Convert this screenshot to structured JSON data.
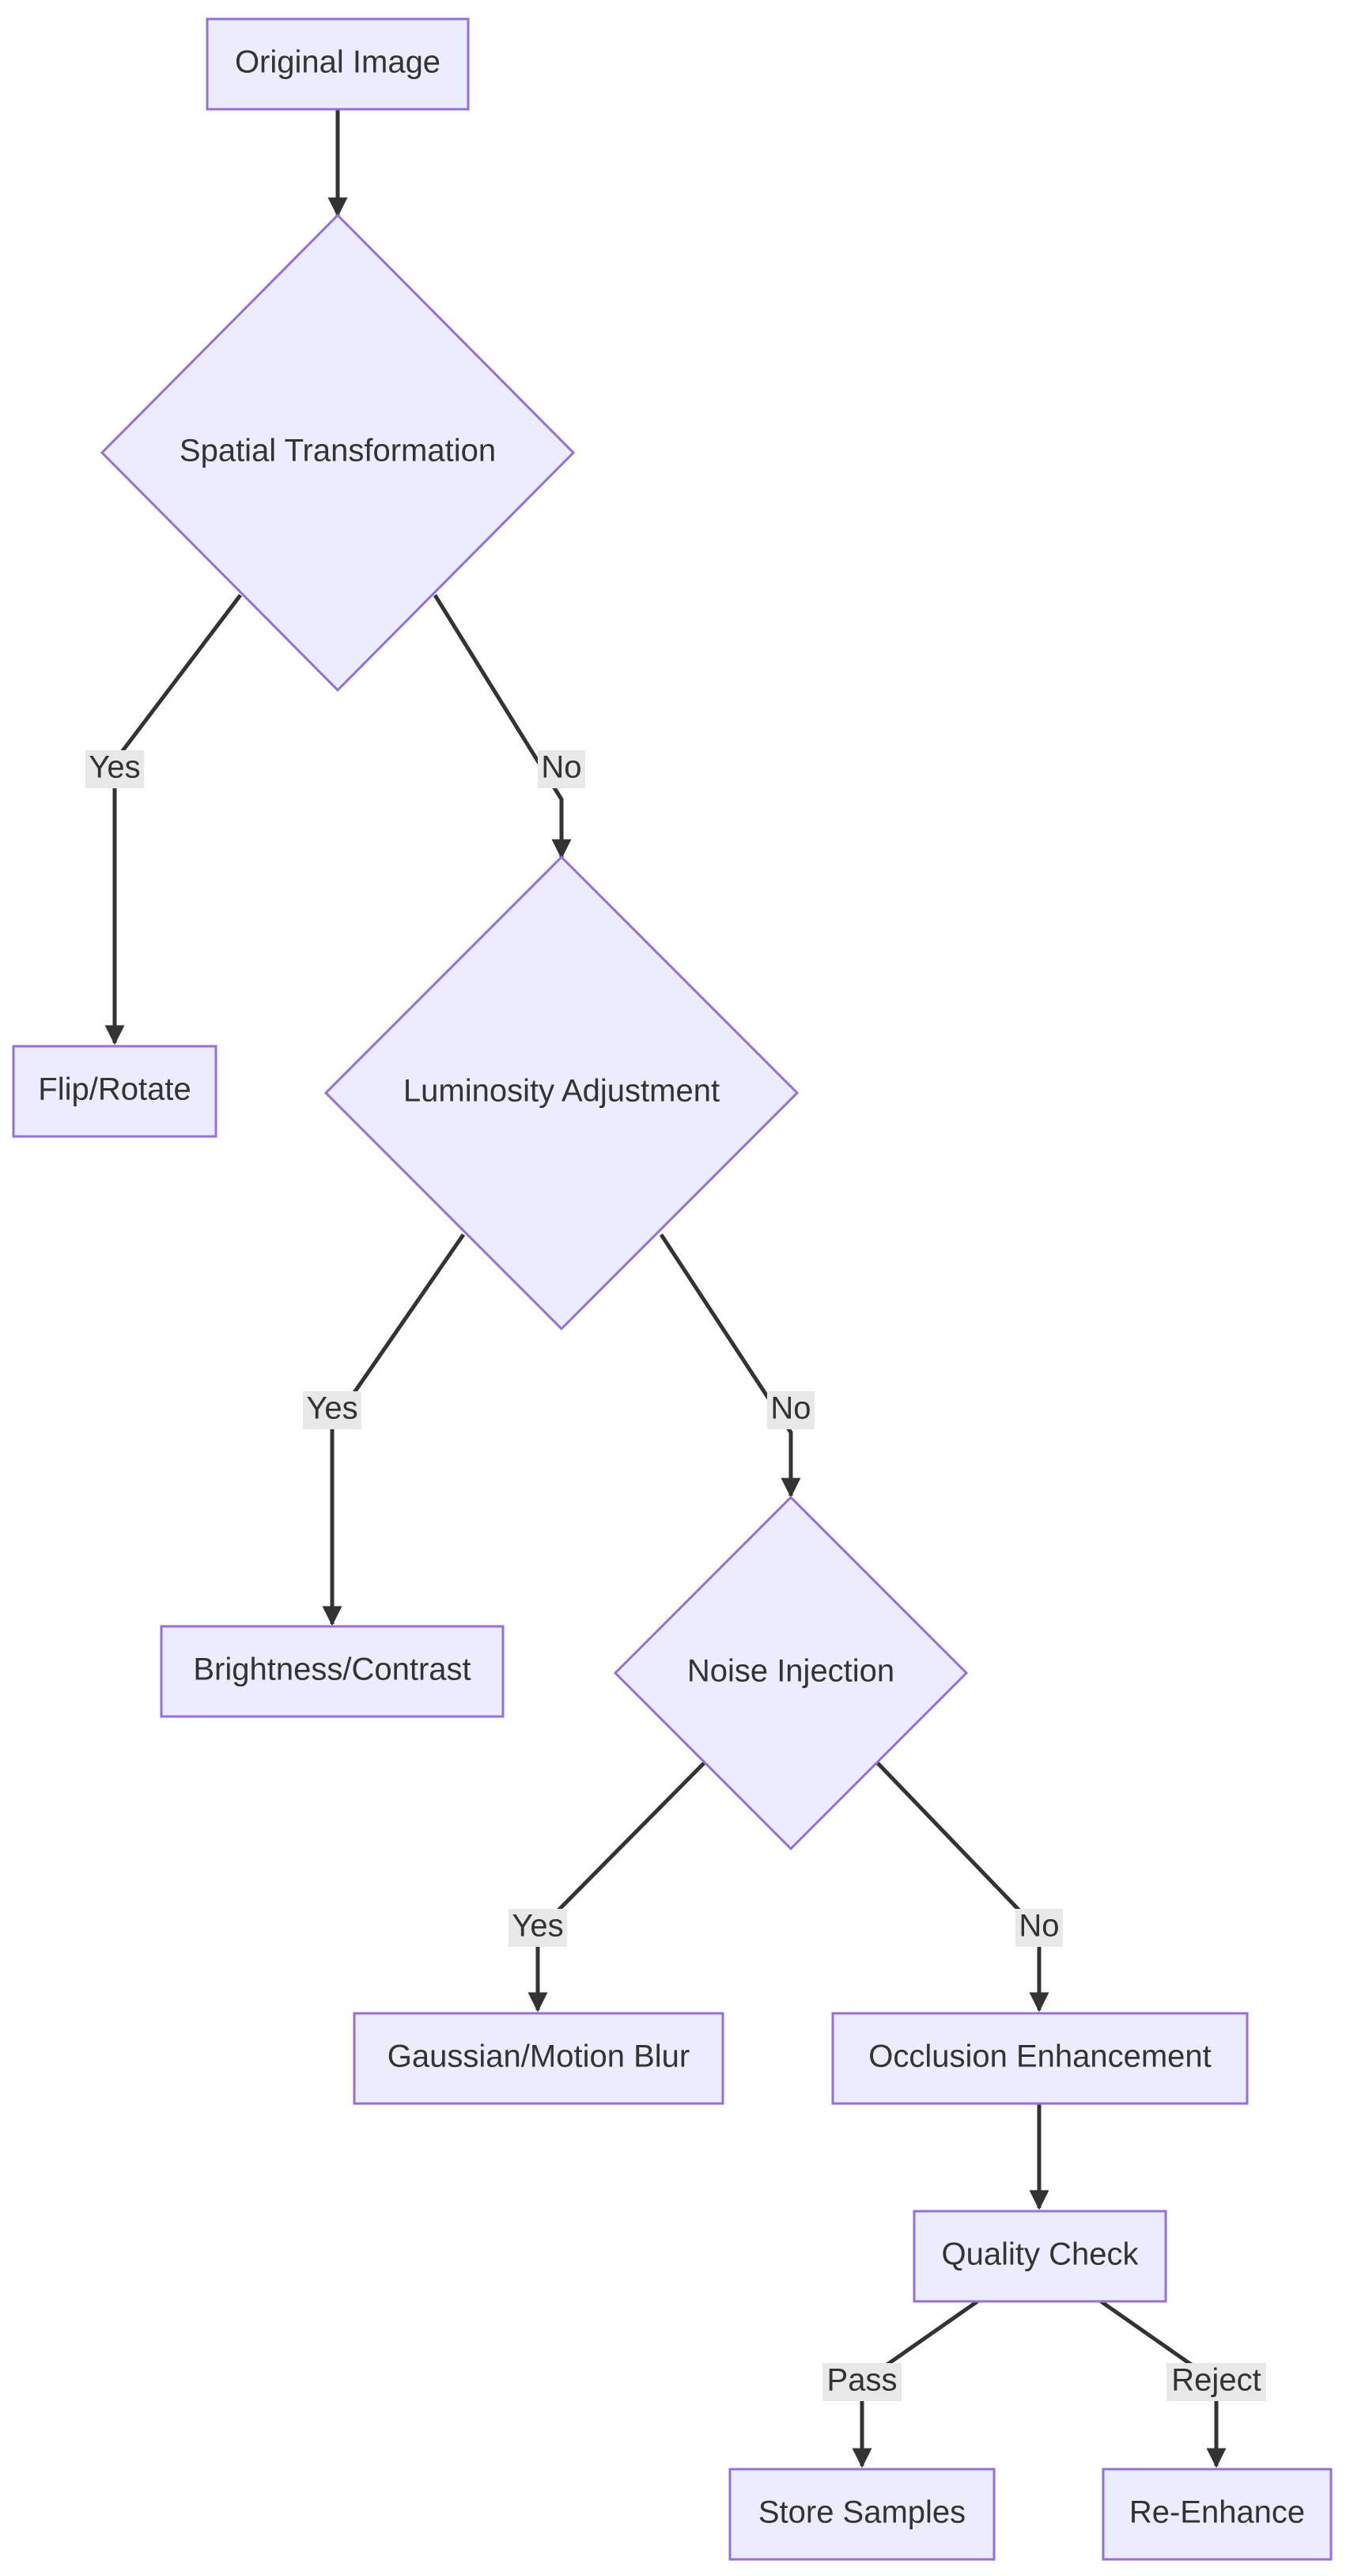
{
  "nodes": {
    "original_image": "Original Image",
    "spatial_transformation": "Spatial Transformation",
    "flip_rotate": "Flip/Rotate",
    "luminosity_adjustment": "Luminosity Adjustment",
    "brightness_contrast": "Brightness/Contrast",
    "noise_injection": "Noise Injection",
    "gaussian_motion_blur": "Gaussian/Motion Blur",
    "occlusion_enhancement": "Occlusion Enhancement",
    "quality_check": "Quality Check",
    "store_samples": "Store Samples",
    "re_enhance": "Re-Enhance"
  },
  "edge_labels": {
    "spatial_yes": "Yes",
    "spatial_no": "No",
    "luminosity_yes": "Yes",
    "luminosity_no": "No",
    "noise_yes": "Yes",
    "noise_no": "No",
    "quality_pass": "Pass",
    "quality_reject": "Reject"
  },
  "colors": {
    "node_fill": "#ececff",
    "node_stroke": "#9370db",
    "edge": "#333333",
    "label_bg": "#e8e8e8"
  }
}
